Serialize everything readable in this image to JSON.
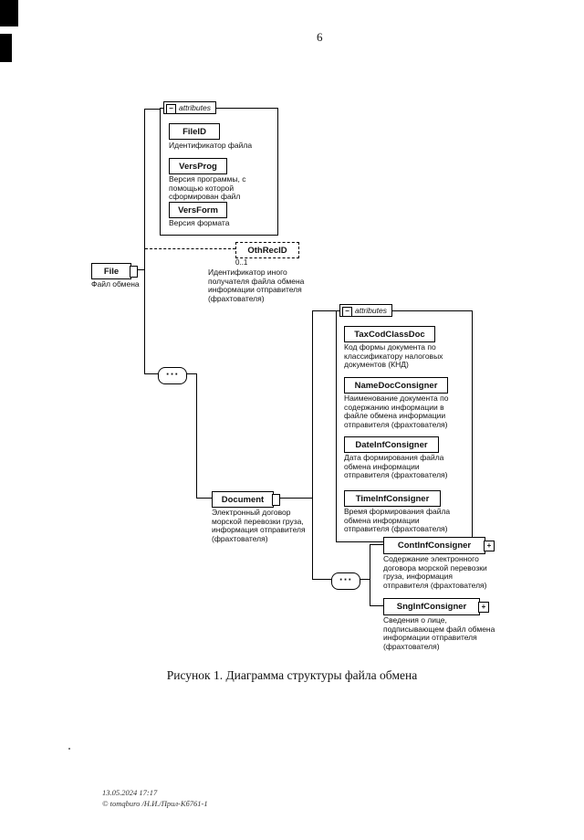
{
  "page": {
    "number": "6",
    "caption": "Рисунок 1. Диаграмма структуры файла обмена",
    "footer": {
      "line1": "13.05.2024 17:17",
      "line2": "© tomqburo /Н.И./Прил-Кб761-1"
    }
  },
  "diagram": {
    "attributes_label": "attributes",
    "icons": {
      "collapse": "−",
      "expand": "+",
      "sequence_dots": "···"
    },
    "root": {
      "name": "File",
      "label": "Файл обмена"
    },
    "file_attributes": [
      {
        "name": "FileID",
        "desc": "Идентификатор файла"
      },
      {
        "name": "VersProg",
        "desc": "Версия программы, с помощью которой сформирован файл"
      },
      {
        "name": "VersForm",
        "desc": "Версия формата"
      }
    ],
    "optional_element": {
      "name": "OthRecID",
      "cardinality": "0..1",
      "desc": "Идентификатор иного получателя файла обмена информации отправителя (фрахтователя)"
    },
    "document": {
      "name": "Document",
      "desc": "Электронный договор морской перевозки груза, информация отправителя (фрахтователя)"
    },
    "document_attributes": [
      {
        "name": "TaxCodClassDoc",
        "desc": "Код формы документа по классификатору налоговых документов (КНД)"
      },
      {
        "name": "NameDocConsigner",
        "desc": "Наименование документа по содержанию информации в файле обмена информации отправителя (фрахтователя)"
      },
      {
        "name": "DateInfConsigner",
        "desc": "Дата формирования файла обмена информации отправителя (фрахтователя)"
      },
      {
        "name": "TimeInfConsigner",
        "desc": "Время формирования файла обмена информации отправителя (фрахтователя)"
      }
    ],
    "document_children": [
      {
        "name": "ContInfConsigner",
        "desc": "Содержание электронного договора морской перевозки груза, информация отправителя (фрахтователя)"
      },
      {
        "name": "SngInfConsigner",
        "desc": "Сведения о лице, подписывающем файл обмена информации отправителя (фрахтователя)"
      }
    ]
  }
}
